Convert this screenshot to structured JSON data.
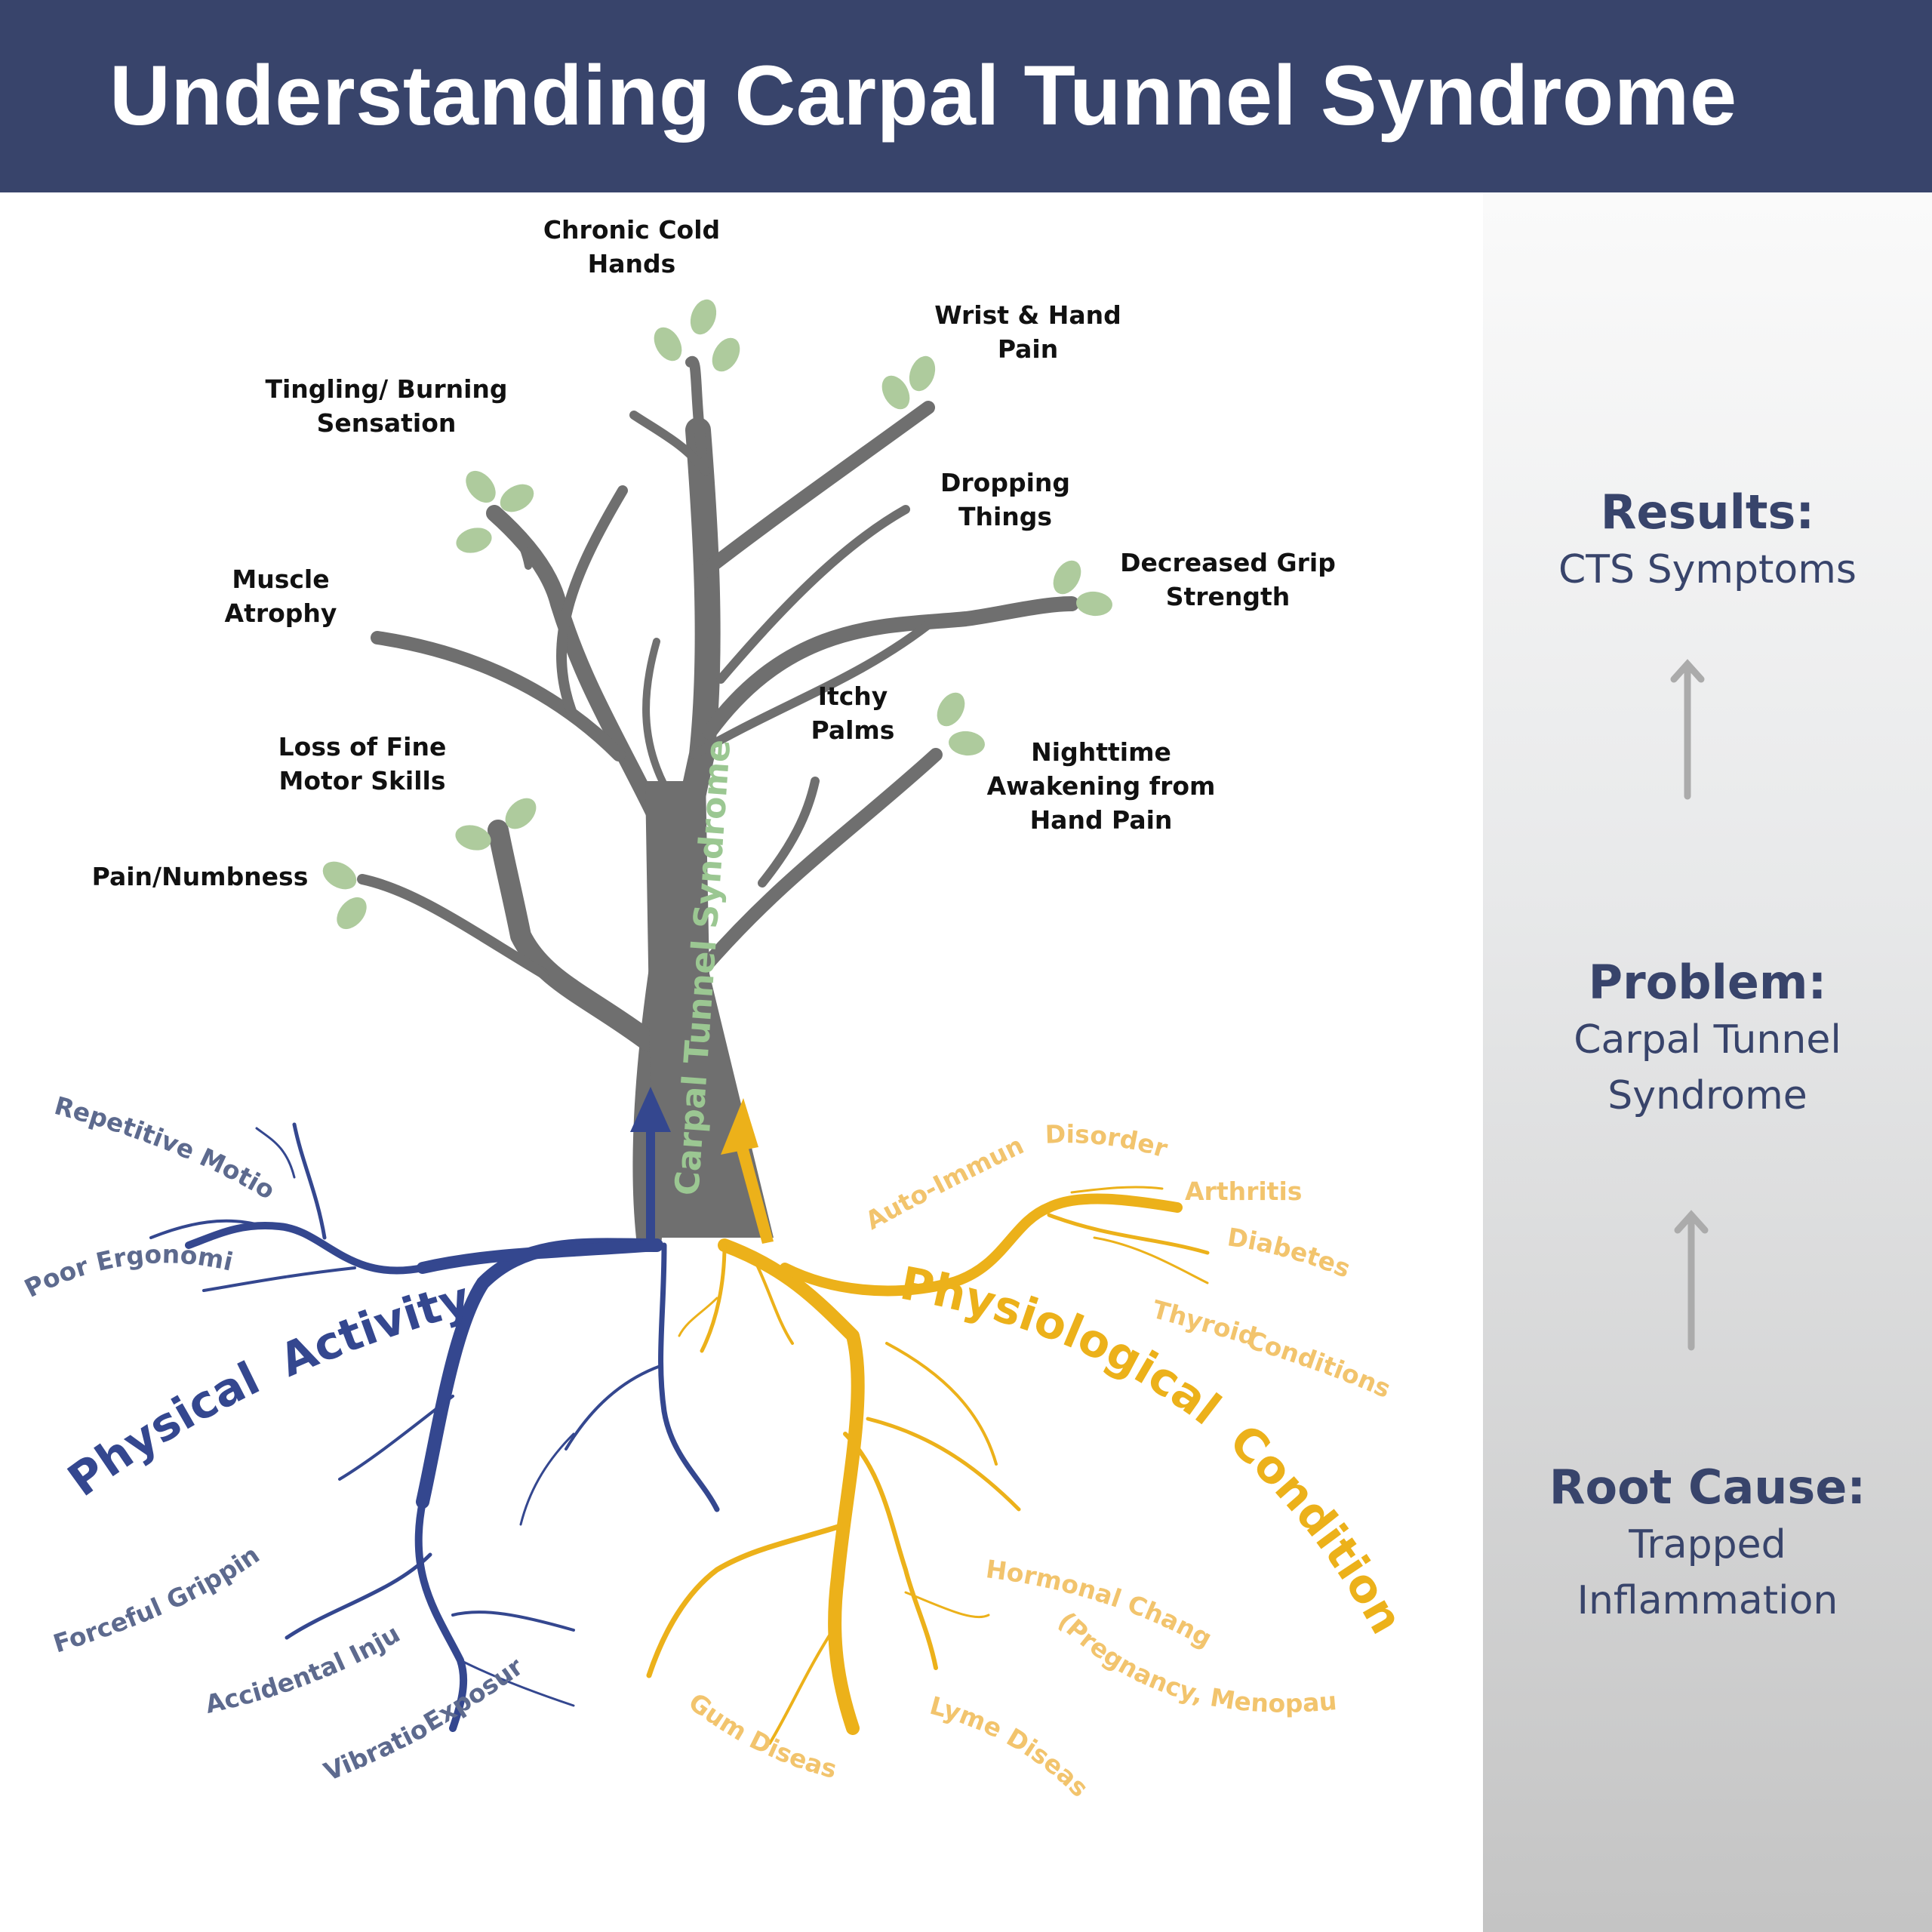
{
  "title": "Understanding Carpal Tunnel Syndrome",
  "trunk_label": "Carpal Tunnel Syndrome",
  "symptoms": {
    "chronic_cold": [
      "Chronic Cold",
      "Hands"
    ],
    "wrist_hand": [
      "Wrist & Hand",
      "Pain"
    ],
    "tingling": [
      "Tingling/ Burning",
      "Sensation"
    ],
    "dropping": [
      "Dropping",
      "Things"
    ],
    "grip": [
      "Decreased Grip",
      "Strength"
    ],
    "atrophy": [
      "Muscle",
      "Atrophy"
    ],
    "itchy": [
      "Itchy",
      "Palms"
    ],
    "fine_motor": [
      "Loss of Fine",
      "Motor Skills"
    ],
    "nighttime": [
      "Nighttime",
      "Awakening from",
      "Hand Pain"
    ],
    "pain_numbness": [
      "Pain/Numbness"
    ]
  },
  "categories": {
    "physical_1": "Physical",
    "physical_2": "Activity",
    "physio_1": "Physiological",
    "physio_2": "Conditions"
  },
  "physical_causes": {
    "repetitive": "Repetitive Motions",
    "ergonomics": "Poor Ergonomics",
    "gripping": "Forceful Gripping",
    "injury": "Accidental Injury",
    "vibration_1": "Vibration",
    "vibration_2": "Exposure"
  },
  "physio_causes": {
    "autoimmune_1": "Auto-Immune",
    "autoimmune_2": "Disorders",
    "arthritis": "Arthritis",
    "diabetes": "Diabetes",
    "thyroid_1": "Thyroid",
    "thyroid_2": "Conditions",
    "hormonal": "Hormonal Changes",
    "hormonal_sub": "(Pregnancy, Menopause)",
    "lyme": "Lyme Disease",
    "gum": "Gum Disease"
  },
  "sidebar": {
    "results_head": "Results:",
    "results_sub": "CTS Symptoms",
    "problem_head": "Problem:",
    "problem_sub_1": "Carpal Tunnel",
    "problem_sub_2": "Syndrome",
    "root_head": "Root Cause:",
    "root_sub_1": "Trapped",
    "root_sub_2": "Inflammation"
  },
  "colors": {
    "header": "#38446b",
    "trunk": "#6f6f6f",
    "physical": "#34478f",
    "physiological": "#ecb11a",
    "leaf": "#aecb9d"
  }
}
